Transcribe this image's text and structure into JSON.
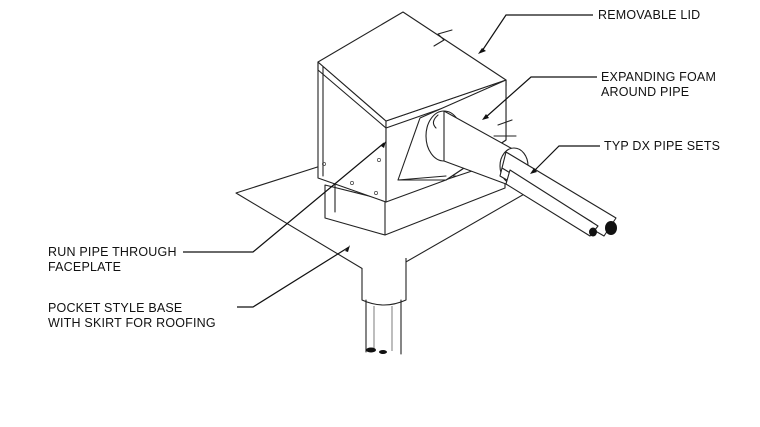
{
  "labels": {
    "removable_lid": [
      "REMOVABLE LID"
    ],
    "expanding_foam": [
      "EXPANDING FOAM",
      "AROUND PIPE"
    ],
    "dx_pipe_sets": [
      "TYP DX PIPE SETS"
    ],
    "run_pipe": [
      "RUN PIPE THROUGH",
      "FACEPLATE"
    ],
    "pocket_base": [
      "POCKET STYLE BASE",
      "WITH SKIRT FOR ROOFING"
    ]
  },
  "colors": {
    "line": "#222222",
    "text": "#111111",
    "background": "#ffffff"
  }
}
